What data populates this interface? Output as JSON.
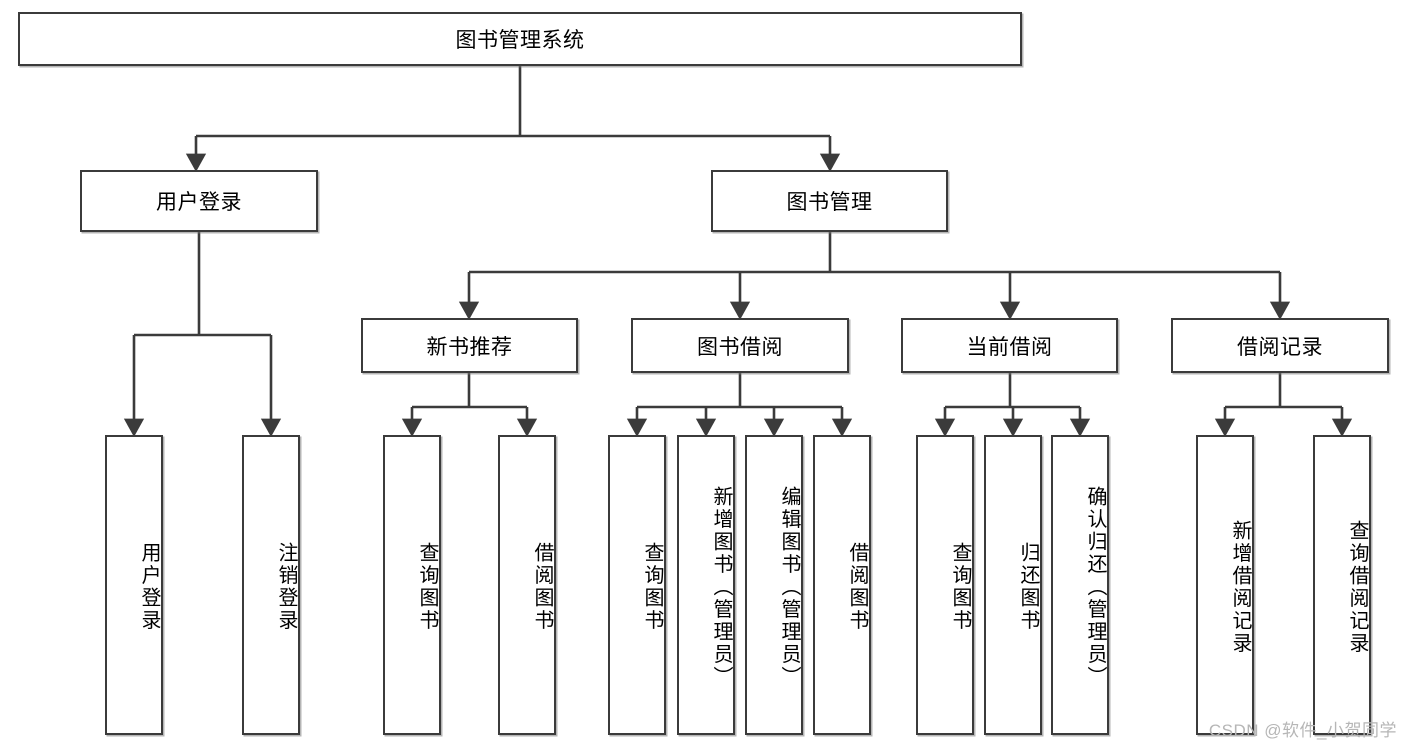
{
  "diagram": {
    "type": "tree-hierarchy",
    "root": {
      "label": "图书管理系统"
    },
    "level2": [
      {
        "label": "用户登录"
      },
      {
        "label": "图书管理"
      }
    ],
    "level3": [
      {
        "label": "新书推荐"
      },
      {
        "label": "图书借阅"
      },
      {
        "label": "当前借阅"
      },
      {
        "label": "借阅记录"
      }
    ],
    "leaves": {
      "user_login": [
        {
          "label": "用户登录"
        },
        {
          "label": "注销登录"
        }
      ],
      "new_book_recommend": [
        {
          "label": "查询图书"
        },
        {
          "label": "借阅图书"
        }
      ],
      "book_borrow": [
        {
          "label": "查询图书"
        },
        {
          "label": "新增图书（管理员）"
        },
        {
          "label": "编辑图书（管理员）"
        },
        {
          "label": "借阅图书"
        }
      ],
      "current_borrow": [
        {
          "label": "查询图书"
        },
        {
          "label": "归还图书"
        },
        {
          "label": "确认归还（管理员）"
        }
      ],
      "borrow_record": [
        {
          "label": "新增借阅记录"
        },
        {
          "label": "查询借阅记录"
        }
      ]
    }
  },
  "watermark": {
    "text": "CSDN @软件_小贺同学"
  },
  "colors": {
    "border": "#3b3b3b",
    "background": "#ffffff",
    "text": "#000000",
    "watermark": "#b6b6b6"
  }
}
